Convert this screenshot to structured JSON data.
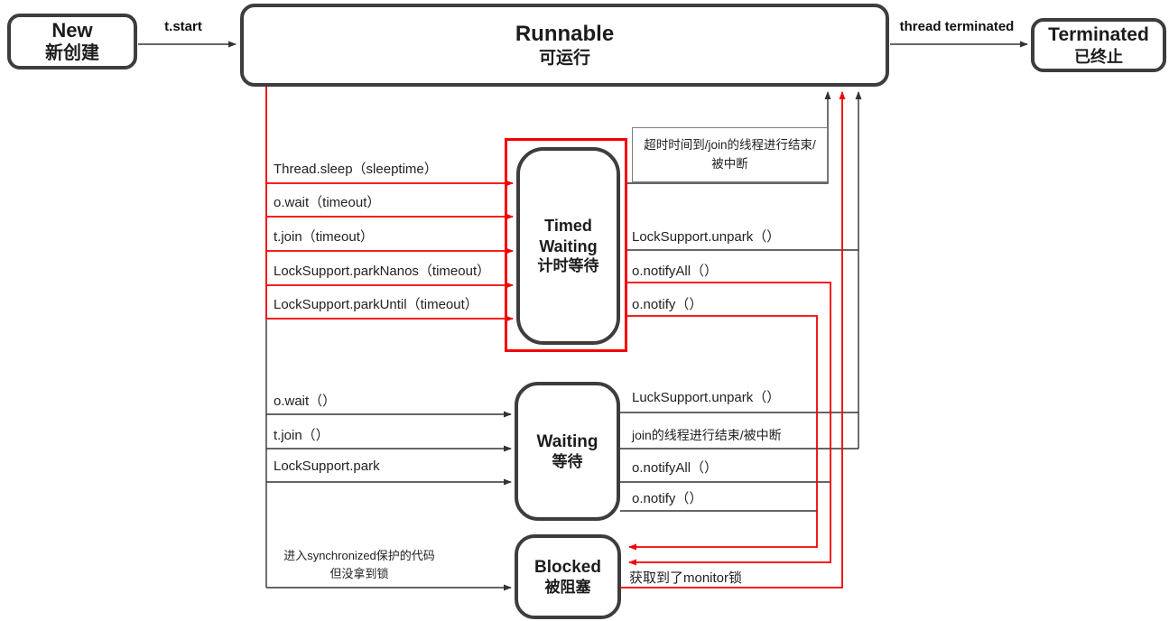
{
  "diagram": {
    "states": {
      "new": {
        "title": "New",
        "subtitle": "新创建"
      },
      "runnable": {
        "title": "Runnable",
        "subtitle": "可运行"
      },
      "terminated": {
        "title": "Terminated",
        "subtitle": "已终止"
      },
      "timed_waiting": {
        "line1": "Timed",
        "line2": "Waiting",
        "subtitle": "计时等待"
      },
      "waiting": {
        "title": "Waiting",
        "subtitle": "等待"
      },
      "blocked": {
        "title": "Blocked",
        "subtitle": "被阻塞"
      }
    },
    "edge_labels": {
      "t_start": "t.start",
      "thread_terminated": "thread terminated"
    },
    "left_labels": {
      "thread_sleep": "Thread.sleep（sleeptime）",
      "o_wait_timeout": "o.wait（timeout）",
      "t_join_timeout": "t.join（timeout）",
      "park_nanos": "LockSupport.parkNanos（timeout）",
      "park_until": "LockSupport.parkUntil（timeout）",
      "o_wait": "o.wait（）",
      "t_join": "t.join（）",
      "lock_park": "LockSupport.park",
      "enter_sync_line1": "进入synchronized保护的代码",
      "enter_sync_line2": "但没拿到锁"
    },
    "right_labels": {
      "timeout_join_line1": "超时时间到/join的线程进行结束/",
      "timeout_join_line2": "被中断",
      "unpark_timed": "LockSupport.unpark（）",
      "notify_all_timed": "o.notifyAll（）",
      "notify_timed": "o.notify（）",
      "luck_unpark": "LuckSupport.unpark（）",
      "join_end": "join的线程进行结束/被中断",
      "notify_all_waiting": "o.notifyAll（）",
      "notify_waiting": "o.notify（）",
      "monitor_lock": "获取到了monitor锁"
    },
    "colors": {
      "highlight_red": "#f40000",
      "box_border": "#3d3d3d",
      "line": "#333333"
    }
  }
}
